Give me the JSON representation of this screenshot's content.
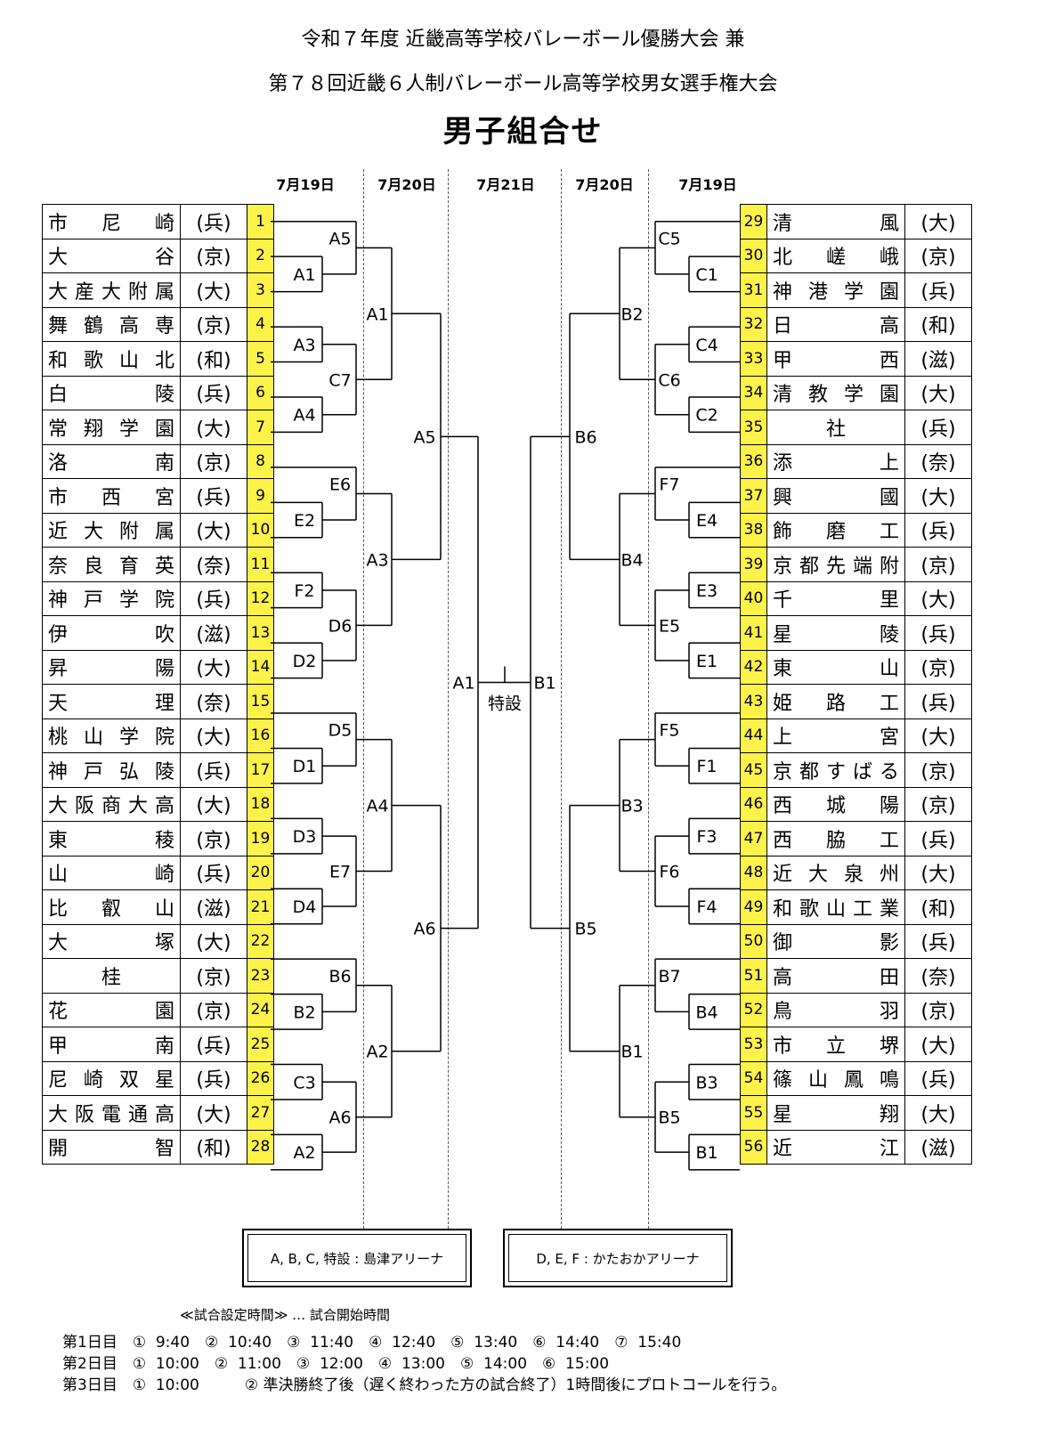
{
  "title_line1": "令和７年度 近畿高等学校バレーボール優勝大会 兼",
  "title_line2": "第７８回近畿６人制バレーボール高等学校男女選手権大会",
  "title_main": "男子組合せ",
  "days": [
    "7月19日",
    "7月20日",
    "7月21日",
    "7月20日",
    "7月19日"
  ],
  "left_teams": [
    {
      "name": "市尼崎",
      "pref": "(兵)",
      "no": "1"
    },
    {
      "name": "大谷",
      "pref": "(京)",
      "no": "2"
    },
    {
      "name": "大産大附属",
      "pref": "(大)",
      "no": "3"
    },
    {
      "name": "舞鶴高専",
      "pref": "(京)",
      "no": "4"
    },
    {
      "name": "和歌山北",
      "pref": "(和)",
      "no": "5"
    },
    {
      "name": "白陵",
      "pref": "(兵)",
      "no": "6"
    },
    {
      "name": "常翔学園",
      "pref": "(大)",
      "no": "7"
    },
    {
      "name": "洛南",
      "pref": "(京)",
      "no": "8"
    },
    {
      "name": "市西宮",
      "pref": "(兵)",
      "no": "9"
    },
    {
      "name": "近大附属",
      "pref": "(大)",
      "no": "10"
    },
    {
      "name": "奈良育英",
      "pref": "(奈)",
      "no": "11"
    },
    {
      "name": "神戸学院",
      "pref": "(兵)",
      "no": "12"
    },
    {
      "name": "伊吹",
      "pref": "(滋)",
      "no": "13"
    },
    {
      "name": "昇陽",
      "pref": "(大)",
      "no": "14"
    },
    {
      "name": "天理",
      "pref": "(奈)",
      "no": "15"
    },
    {
      "name": "桃山学院",
      "pref": "(大)",
      "no": "16"
    },
    {
      "name": "神戸弘陵",
      "pref": "(兵)",
      "no": "17"
    },
    {
      "name": "大阪商大高",
      "pref": "(大)",
      "no": "18"
    },
    {
      "name": "東稜",
      "pref": "(京)",
      "no": "19"
    },
    {
      "name": "山崎",
      "pref": "(兵)",
      "no": "20"
    },
    {
      "name": "比叡山",
      "pref": "(滋)",
      "no": "21"
    },
    {
      "name": "大塚",
      "pref": "(大)",
      "no": "22"
    },
    {
      "name": "桂",
      "pref": "(京)",
      "no": "23"
    },
    {
      "name": "花園",
      "pref": "(京)",
      "no": "24"
    },
    {
      "name": "甲南",
      "pref": "(兵)",
      "no": "25"
    },
    {
      "name": "尼崎双星",
      "pref": "(兵)",
      "no": "26"
    },
    {
      "name": "大阪電通高",
      "pref": "(大)",
      "no": "27"
    },
    {
      "name": "開智",
      "pref": "(和)",
      "no": "28"
    }
  ],
  "right_teams": [
    {
      "name": "清風",
      "pref": "(大)",
      "no": "29"
    },
    {
      "name": "北嵯峨",
      "pref": "(京)",
      "no": "30"
    },
    {
      "name": "神港学園",
      "pref": "(兵)",
      "no": "31"
    },
    {
      "name": "日高",
      "pref": "(和)",
      "no": "32"
    },
    {
      "name": "甲西",
      "pref": "(滋)",
      "no": "33"
    },
    {
      "name": "清教学園",
      "pref": "(大)",
      "no": "34"
    },
    {
      "name": "社",
      "pref": "(兵)",
      "no": "35"
    },
    {
      "name": "添上",
      "pref": "(奈)",
      "no": "36"
    },
    {
      "name": "興國",
      "pref": "(大)",
      "no": "37"
    },
    {
      "name": "飾磨工",
      "pref": "(兵)",
      "no": "38"
    },
    {
      "name": "京都先端附",
      "pref": "(京)",
      "no": "39"
    },
    {
      "name": "千里",
      "pref": "(大)",
      "no": "40"
    },
    {
      "name": "星陵",
      "pref": "(兵)",
      "no": "41"
    },
    {
      "name": "東山",
      "pref": "(京)",
      "no": "42"
    },
    {
      "name": "姫路工",
      "pref": "(兵)",
      "no": "43"
    },
    {
      "name": "上宮",
      "pref": "(大)",
      "no": "44"
    },
    {
      "name": "京都すばる",
      "pref": "(京)",
      "no": "45"
    },
    {
      "name": "西城陽",
      "pref": "(京)",
      "no": "46"
    },
    {
      "name": "西脇工",
      "pref": "(兵)",
      "no": "47"
    },
    {
      "name": "近大泉州",
      "pref": "(大)",
      "no": "48"
    },
    {
      "name": "和歌山工業",
      "pref": "(和)",
      "no": "49"
    },
    {
      "name": "御影",
      "pref": "(兵)",
      "no": "50"
    },
    {
      "name": "高田",
      "pref": "(奈)",
      "no": "51"
    },
    {
      "name": "鳥羽",
      "pref": "(京)",
      "no": "52"
    },
    {
      "name": "市立堺",
      "pref": "(大)",
      "no": "53"
    },
    {
      "name": "篠山鳳鳴",
      "pref": "(兵)",
      "no": "54"
    },
    {
      "name": "星翔",
      "pref": "(大)",
      "no": "55"
    },
    {
      "name": "近江",
      "pref": "(滋)",
      "no": "56"
    }
  ],
  "left_bracket": {
    "r1": [
      "A1",
      "A3",
      "A4",
      "E2",
      "F2",
      "D2",
      "D5",
      "D1",
      "D3",
      "D4",
      "B2",
      "C3",
      "A2"
    ],
    "r1b": [
      "A5",
      "C7",
      "E6",
      "D6",
      "D5",
      "E7",
      "B6",
      "A6"
    ],
    "r2": [
      "A1",
      "A3",
      "A4",
      "A2"
    ],
    "r3": [
      "A5",
      "A6"
    ],
    "sf": "A1"
  },
  "right_bracket": {
    "r1": [
      "C1",
      "C4",
      "C2",
      "E4",
      "E3",
      "E1",
      "F1",
      "F3",
      "F4",
      "B4",
      "B3",
      "B1"
    ],
    "r1b": [
      "C5",
      "C6",
      "F7",
      "E5",
      "F5",
      "F6",
      "B7",
      "B5"
    ],
    "r2": [
      "B2",
      "B4",
      "B3",
      "B1"
    ],
    "r3": [
      "B6",
      "B5"
    ],
    "sf": "B1"
  },
  "final_label": "特設",
  "venues": [
    "A, B, C, 特設 : 島津アリーナ",
    "D, E, F : かたおかアリーナ"
  ],
  "schedule_note": "≪試合設定時間≫ … 試合開始時間",
  "schedule": [
    "第1日目　①  9:40　②  10:40　③  11:40　④  12:40　⑤  13:40　⑥  14:40　⑦  15:40",
    "第2日目　①  10:00　②  11:00　③  12:00　④  13:00　⑤  14:00　⑥  15:00",
    "第3日目　①  10:00　　　② 準決勝終了後（遅く終わった方の試合終了）1時間後にプロトコールを行う。"
  ]
}
